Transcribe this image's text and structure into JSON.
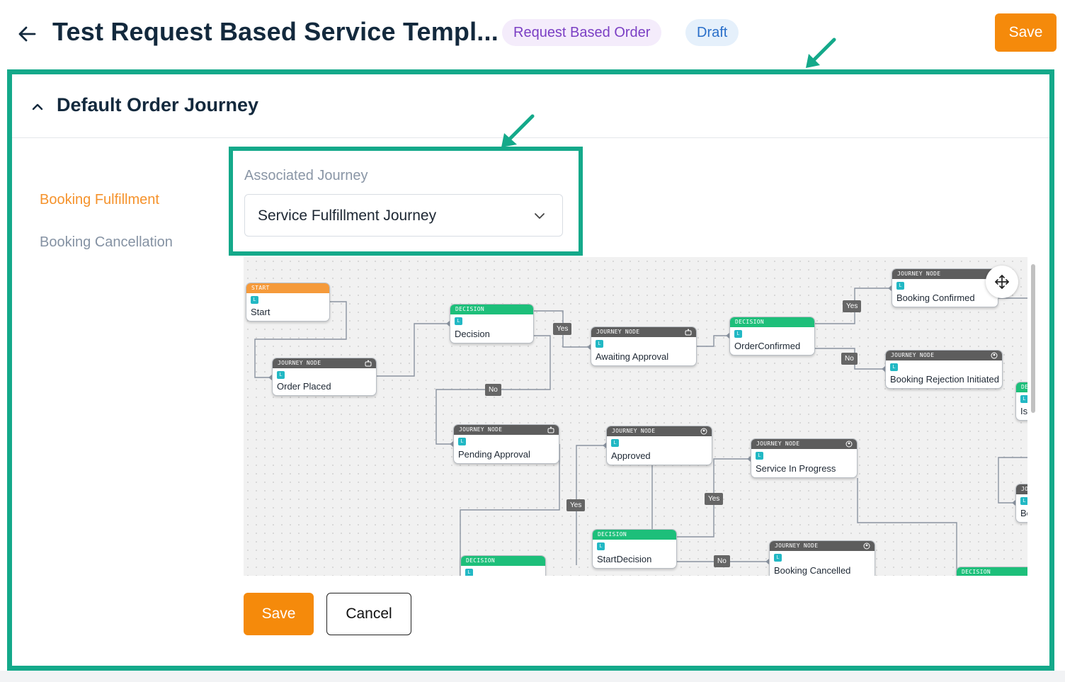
{
  "header": {
    "title": "Test Request Based Service Templ...",
    "type_badge": "Request Based Order",
    "status_badge": "Draft",
    "save_label": "Save"
  },
  "section": {
    "title": "Default Order Journey"
  },
  "sidebar": {
    "items": [
      {
        "label": "Booking Fulfillment",
        "active": true
      },
      {
        "label": "Booking Cancellation",
        "active": false
      }
    ]
  },
  "associated_journey": {
    "label": "Associated Journey",
    "selected": "Service Fulfillment Journey"
  },
  "flow": {
    "nodes": [
      {
        "type": "START",
        "tag": "L",
        "label": "Start"
      },
      {
        "type": "JOURNEY NODE",
        "tag": "L",
        "label": "Order Placed"
      },
      {
        "type": "DECISION",
        "tag": "L",
        "label": "Decision"
      },
      {
        "type": "JOURNEY NODE",
        "tag": "L",
        "label": "Awaiting Approval"
      },
      {
        "type": "DECISION",
        "tag": "L",
        "label": "OrderConfirmed"
      },
      {
        "type": "JOURNEY NODE",
        "tag": "L",
        "label": "Booking Confirmed"
      },
      {
        "type": "JOURNEY NODE",
        "tag": "L",
        "label": "Booking Rejection Initiated"
      },
      {
        "type": "DE",
        "tag": "L",
        "label": "Is"
      },
      {
        "type": "JOURNEY NODE",
        "tag": "L",
        "label": "Pending Approval"
      },
      {
        "type": "JOURNEY NODE",
        "tag": "L",
        "label": "Approved"
      },
      {
        "type": "JOURNEY NODE",
        "tag": "L",
        "label": "Service In Progress"
      },
      {
        "type": "JO",
        "tag": "L",
        "label": "Bo"
      },
      {
        "type": "DECISION",
        "tag": "L",
        "label": "StartDecision"
      },
      {
        "type": "JOURNEY NODE",
        "tag": "L",
        "label": "Booking Cancelled"
      },
      {
        "type": "DECISION",
        "tag": "L",
        "label": ""
      },
      {
        "type": "DECISION",
        "tag": "",
        "label": ""
      }
    ],
    "edge_labels": [
      "Yes",
      "No",
      "Yes",
      "No",
      "Yes",
      "Yes",
      "No"
    ]
  },
  "actions": {
    "save_label": "Save",
    "cancel_label": "Cancel"
  },
  "colors": {
    "accent": "#f58a0b",
    "highlight": "#14a98a",
    "decision": "#1dbf7a",
    "journey": "#5d5d5d",
    "start": "#f59a3a"
  }
}
